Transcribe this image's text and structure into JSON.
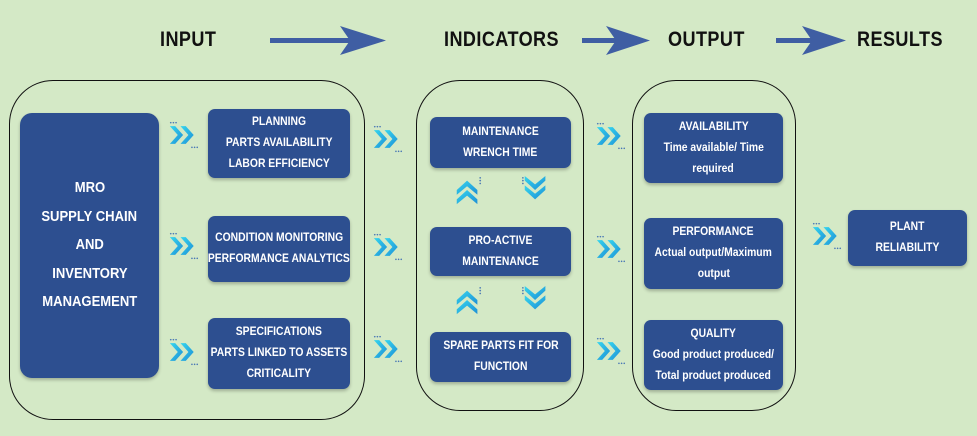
{
  "stages": [
    "INPUT",
    "INDICATORS",
    "OUTPUT",
    "RESULTS"
  ],
  "mro": [
    "MRO",
    "SUPPLY CHAIN",
    "AND",
    "INVENTORY",
    "MANAGEMENT"
  ],
  "inputs": [
    [
      "PLANNING",
      "PARTS AVAILABILITY",
      "LABOR EFFICIENCY"
    ],
    [
      "CONDITION MONITORING",
      "PERFORMANCE ANALYTICS"
    ],
    [
      "SPECIFICATIONS",
      "PARTS LINKED TO ASSETS",
      "CRITICALITY"
    ]
  ],
  "indicators": [
    [
      "MAINTENANCE",
      "WRENCH TIME"
    ],
    [
      "PRO-ACTIVE",
      "MAINTENANCE"
    ],
    [
      "SPARE PARTS FIT FOR",
      "FUNCTION"
    ]
  ],
  "outputs": [
    [
      "AVAILABILITY",
      "Time available/ Time",
      "required"
    ],
    [
      "PERFORMANCE",
      "Actual output/Maximum",
      "output"
    ],
    [
      "QUALITY",
      "Good product produced/",
      "Total product produced"
    ]
  ],
  "result": [
    "PLANT",
    "RELIABILITY"
  ],
  "colors": {
    "background": "#d4e9c6",
    "box": "#2d4f90",
    "arrow": "#3f5ea3",
    "chevron_light": "#2fd0ea",
    "chevron_dark": "#1e95d8"
  }
}
